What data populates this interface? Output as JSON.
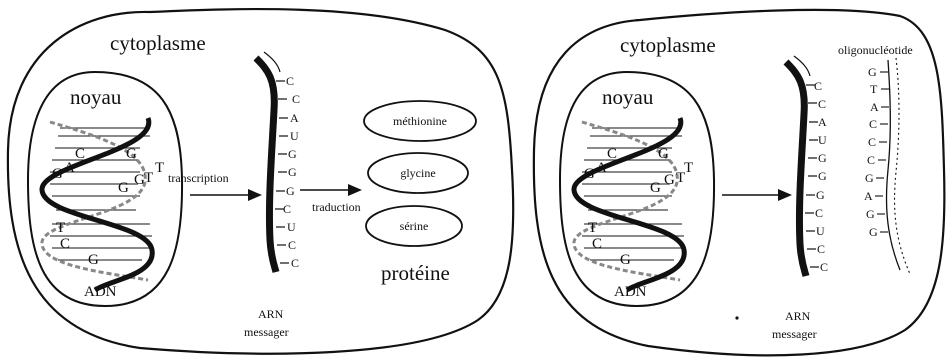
{
  "left_panel": {
    "cytoplasm_label": "cytoplasme",
    "nucleus_label": "noyau",
    "dna_label": "ADN",
    "dna_letters": [
      "C",
      "G",
      "G",
      "A",
      "T",
      "G",
      "G",
      "T",
      "T",
      "C",
      "G"
    ],
    "transcription_label": "transcription",
    "translation_label": "traduction",
    "mrna_sequence": [
      "C",
      "C",
      "A",
      "U",
      "G",
      "G",
      "G",
      "C",
      "U",
      "C",
      "C"
    ],
    "mrna_label_line1": "ARN",
    "mrna_label_line2": "messager",
    "amino_acids": [
      "méthionine",
      "glycine",
      "sérine"
    ],
    "protein_label": "protéine"
  },
  "right_panel": {
    "cytoplasm_label": "cytoplasme",
    "nucleus_label": "noyau",
    "dna_label": "ADN",
    "dna_letters": [
      "C",
      "G",
      "G",
      "A",
      "T",
      "G",
      "G",
      "T",
      "T",
      "C",
      "G"
    ],
    "mrna_sequence": [
      "C",
      "C",
      "A",
      "U",
      "G",
      "G",
      "G",
      "C",
      "U",
      "C",
      "C"
    ],
    "mrna_label_line1": "ARN",
    "mrna_label_line2": "messager",
    "oligo_label": "oligonucléotide",
    "oligo_sequence": [
      "G",
      "T",
      "A",
      "C",
      "C",
      "C",
      "G",
      "A",
      "G",
      "G"
    ]
  }
}
